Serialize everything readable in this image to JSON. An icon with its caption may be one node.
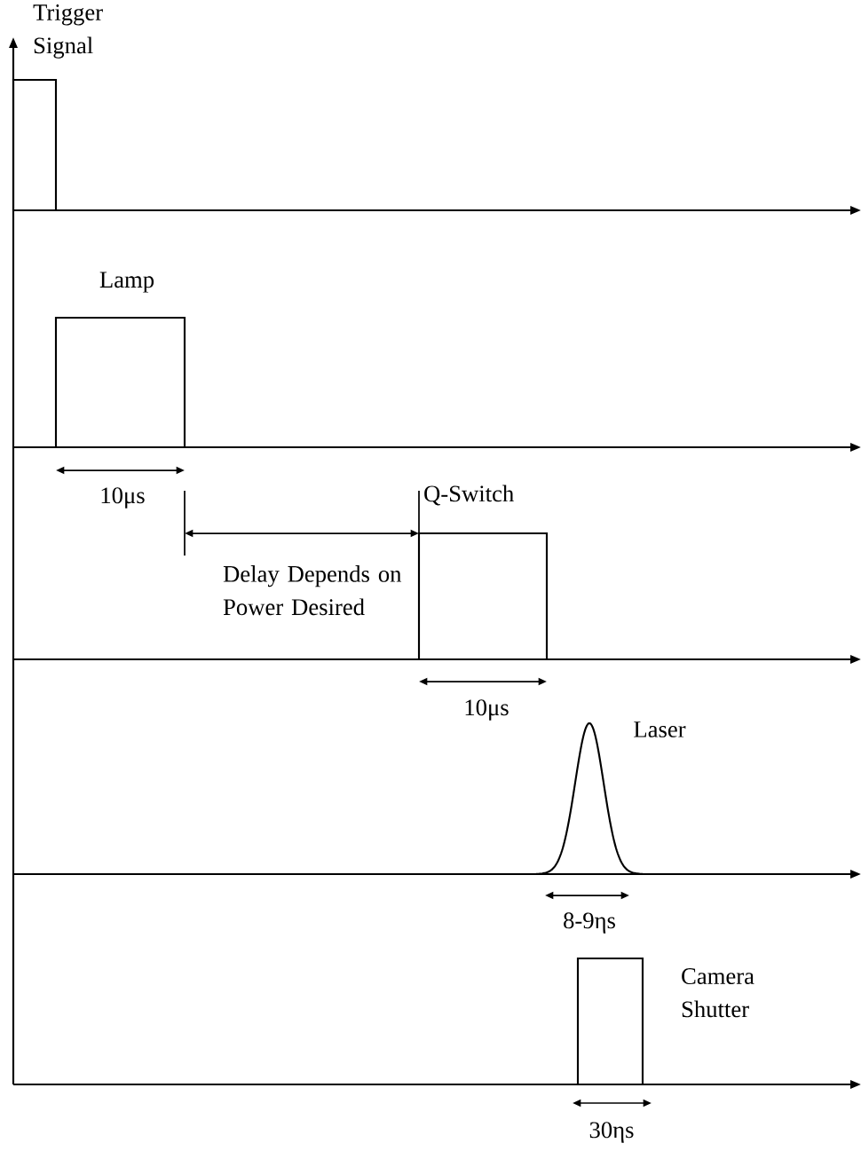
{
  "diagram": {
    "labels": [
      "Trigger Signal",
      "Lamp",
      "10μs",
      "Q-Switch",
      "Delay Depends on Power Desired",
      "10μs",
      "Laser",
      "8-9ηs",
      "Camera Shutter",
      "30ηs"
    ]
  }
}
